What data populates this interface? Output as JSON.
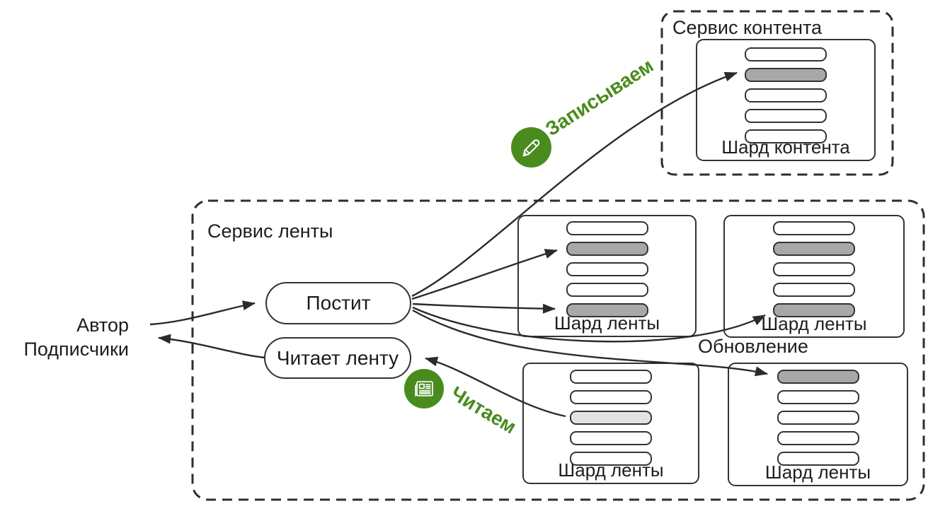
{
  "colors": {
    "green": "#4a8b1e",
    "dark_row": "#a8a8a8",
    "light_row": "#e3e3e3",
    "line": "#2b2b2b"
  },
  "actors": {
    "line1": "Автор",
    "line2": "Подписчики"
  },
  "nodes": {
    "post": "Постит",
    "read": "Читает ленту"
  },
  "annotations": {
    "write": "Записываем",
    "read": "Читаем",
    "update": "Обновление"
  },
  "icons": {
    "write": "pencil-icon",
    "read": "newspaper-icon"
  },
  "content_service": {
    "title": "Сервис контента",
    "shard": {
      "label": "Шард контента",
      "rows": [
        "white",
        "dark",
        "white",
        "white",
        "white"
      ]
    }
  },
  "feed_service": {
    "title": "Сервис ленты",
    "shards": [
      {
        "position": "top-left",
        "label": "Шард ленты",
        "rows": [
          "white",
          "dark",
          "white",
          "white",
          "dark"
        ]
      },
      {
        "position": "top-right",
        "label": "Шард ленты",
        "rows": [
          "white",
          "dark",
          "white",
          "white",
          "dark"
        ]
      },
      {
        "position": "bottom-left",
        "label": "Шард ленты",
        "rows": [
          "white",
          "white",
          "light",
          "white",
          "white"
        ]
      },
      {
        "position": "bottom-right",
        "label": "Шард ленты",
        "rows": [
          "dark",
          "white",
          "white",
          "white",
          "white"
        ]
      }
    ]
  }
}
